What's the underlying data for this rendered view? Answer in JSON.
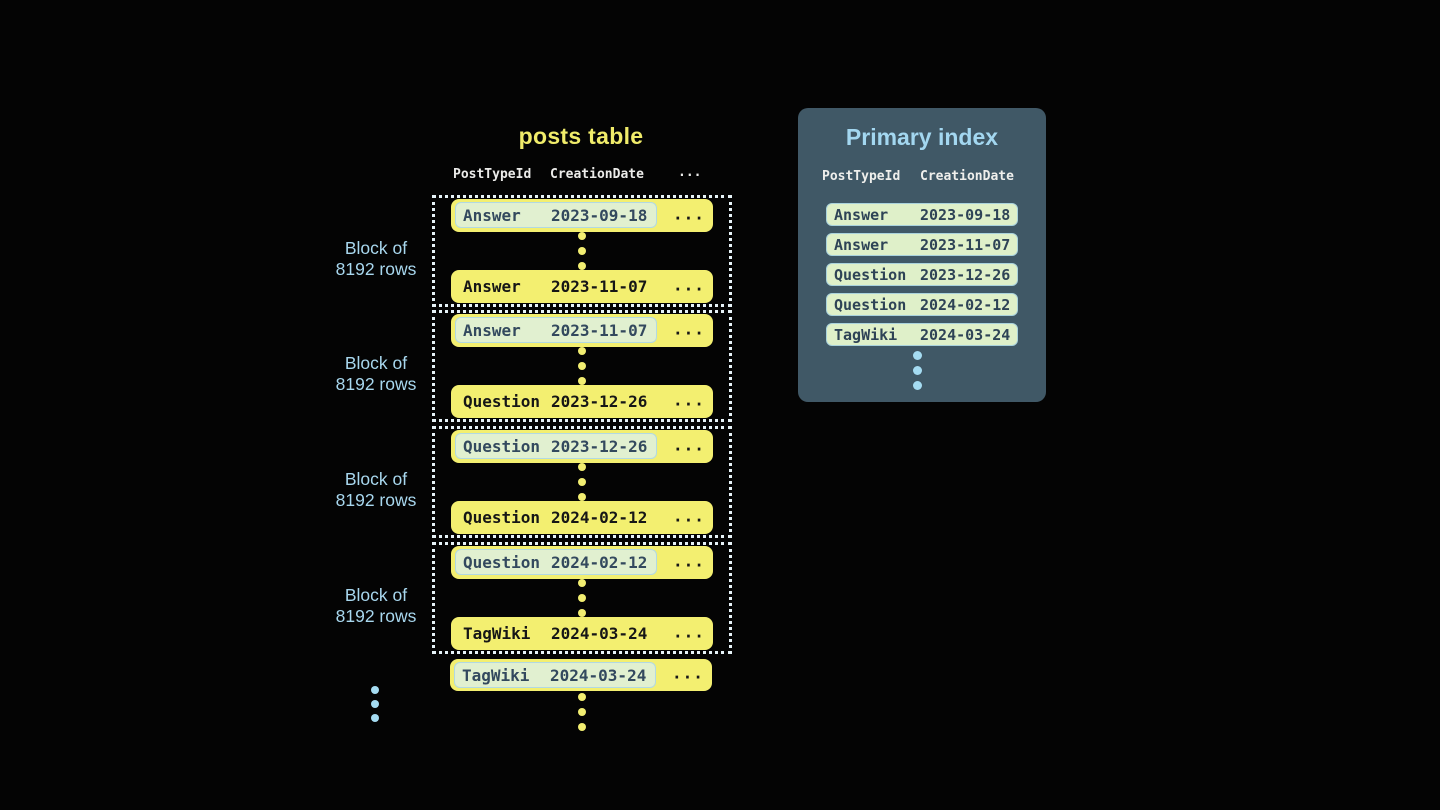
{
  "colors": {
    "background": "#040404",
    "row_yellow": "#f3ef70",
    "title_yellow": "#f0ec6a",
    "label_blue": "#a8d7ee",
    "panel_background": "#405866",
    "panel_title_blue": "#a3d7f0",
    "highlight_green_bg": "#e1f0d0",
    "highlight_blue_border": "#b2d9e2",
    "highlight_dark_text": "#33495e",
    "dotted_border": "#e7f3f8",
    "blue_dot": "#a5dcf2"
  },
  "posts_table": {
    "title": "posts table",
    "headers": {
      "col1": "PostTypeId",
      "col2": "CreationDate",
      "ellipsis": "..."
    },
    "row_ellipsis": "...",
    "block_label": {
      "line1": "Block of",
      "line2": "8192 rows"
    },
    "blocks": [
      {
        "first": {
          "type": "Answer",
          "date": "2023-09-18"
        },
        "last": {
          "type": "Answer",
          "date": "2023-11-07"
        }
      },
      {
        "first": {
          "type": "Answer",
          "date": "2023-11-07"
        },
        "last": {
          "type": "Question",
          "date": "2023-12-26"
        }
      },
      {
        "first": {
          "type": "Question",
          "date": "2023-12-26"
        },
        "last": {
          "type": "Question",
          "date": "2024-02-12"
        }
      },
      {
        "first": {
          "type": "Question",
          "date": "2024-02-12"
        },
        "last": {
          "type": "TagWiki",
          "date": "2024-03-24"
        }
      }
    ],
    "overflow_row": {
      "type": "TagWiki",
      "date": "2024-03-24"
    }
  },
  "primary_index": {
    "title": "Primary index",
    "headers": {
      "col1": "PostTypeId",
      "col2": "CreationDate"
    },
    "rows": [
      {
        "type": "Answer",
        "date": "2023-09-18"
      },
      {
        "type": "Answer",
        "date": "2023-11-07"
      },
      {
        "type": "Question",
        "date": "2023-12-26"
      },
      {
        "type": "Question",
        "date": "2024-02-12"
      },
      {
        "type": "TagWiki",
        "date": "2024-03-24"
      }
    ]
  }
}
